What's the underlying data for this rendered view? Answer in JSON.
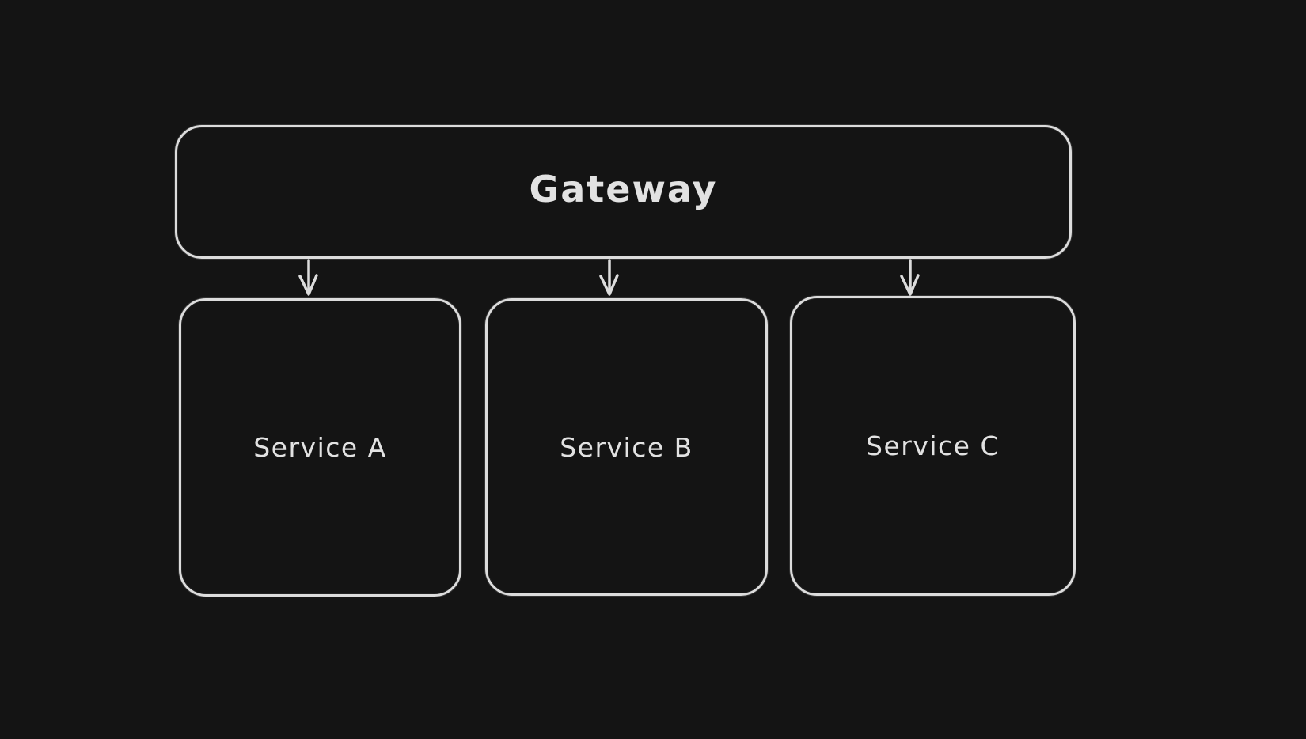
{
  "diagram": {
    "colors": {
      "background": "#141414",
      "stroke": "#dcdcdc",
      "text": "#e2e2e2"
    },
    "nodes": {
      "gateway": {
        "label": "Gateway"
      },
      "services": [
        {
          "label": "Service A"
        },
        {
          "label": "Service B"
        },
        {
          "label": "Service C"
        }
      ]
    },
    "edges": [
      {
        "from": "Gateway",
        "to": "Service A",
        "style": "arrow-down"
      },
      {
        "from": "Gateway",
        "to": "Service B",
        "style": "arrow-down"
      },
      {
        "from": "Gateway",
        "to": "Service C",
        "style": "arrow-down"
      }
    ]
  }
}
